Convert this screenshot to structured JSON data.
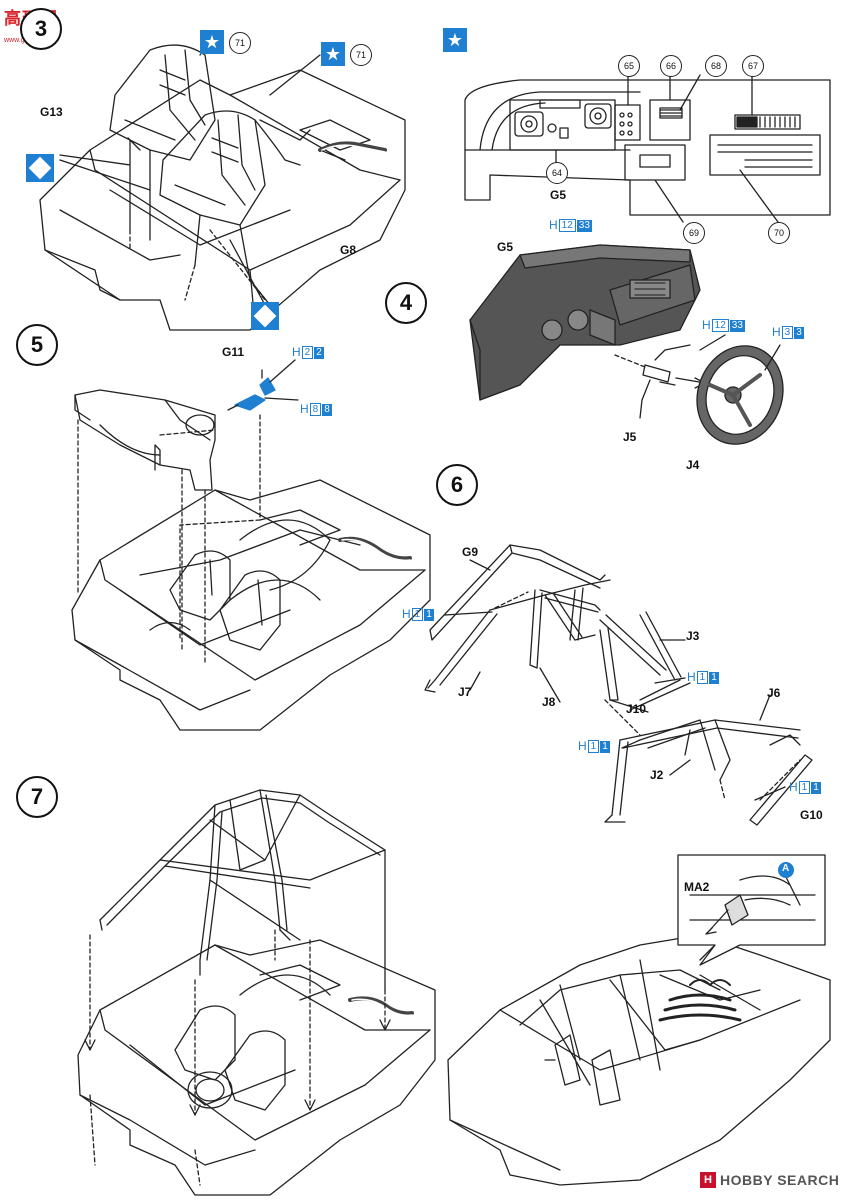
{
  "watermark_top": {
    "text": "高玩网",
    "sub": "www.gaowan.net"
  },
  "watermark_bottom": {
    "text": "HOBBY SEARCH",
    "logo": "hs-logo-icon"
  },
  "steps": {
    "s3": {
      "number": "3",
      "parts": [
        "G13",
        "G8"
      ],
      "refs": [
        "71",
        "71"
      ]
    },
    "s3b": {
      "panel_label": "G5",
      "refs": [
        "65",
        "66",
        "68",
        "67",
        "64",
        "69",
        "70"
      ]
    },
    "s4": {
      "number": "4",
      "parts": [
        "G5",
        "J5",
        "J4"
      ],
      "paint": [
        {
          "h": "H",
          "a": "12",
          "b": "33"
        },
        {
          "h": "H",
          "a": "12",
          "b": "33"
        },
        {
          "h": "H",
          "a": "3",
          "b": "3"
        }
      ]
    },
    "s5": {
      "number": "5",
      "parts": [
        "G11"
      ],
      "paint": [
        {
          "h": "H",
          "a": "2",
          "b": "2"
        },
        {
          "h": "H",
          "a": "8",
          "b": "8"
        }
      ]
    },
    "s6": {
      "number": "6",
      "parts": [
        "G9",
        "J3",
        "J7",
        "J8",
        "J10",
        "J6",
        "J2",
        "G10"
      ],
      "paint": [
        {
          "h": "H",
          "a": "1",
          "b": "1"
        },
        {
          "h": "H",
          "a": "1",
          "b": "1"
        },
        {
          "h": "H",
          "a": "1",
          "b": "1"
        },
        {
          "h": "H",
          "a": "1",
          "b": "1"
        }
      ]
    },
    "s7": {
      "number": "7",
      "detail_label": "MA2",
      "detail_marker": "A"
    }
  },
  "colors": {
    "accent": "#1f7fd0",
    "line": "#222222",
    "fill_dark": "#555555"
  },
  "icons": [
    "star-icon",
    "diamond-icon",
    "arrow-icon"
  ]
}
